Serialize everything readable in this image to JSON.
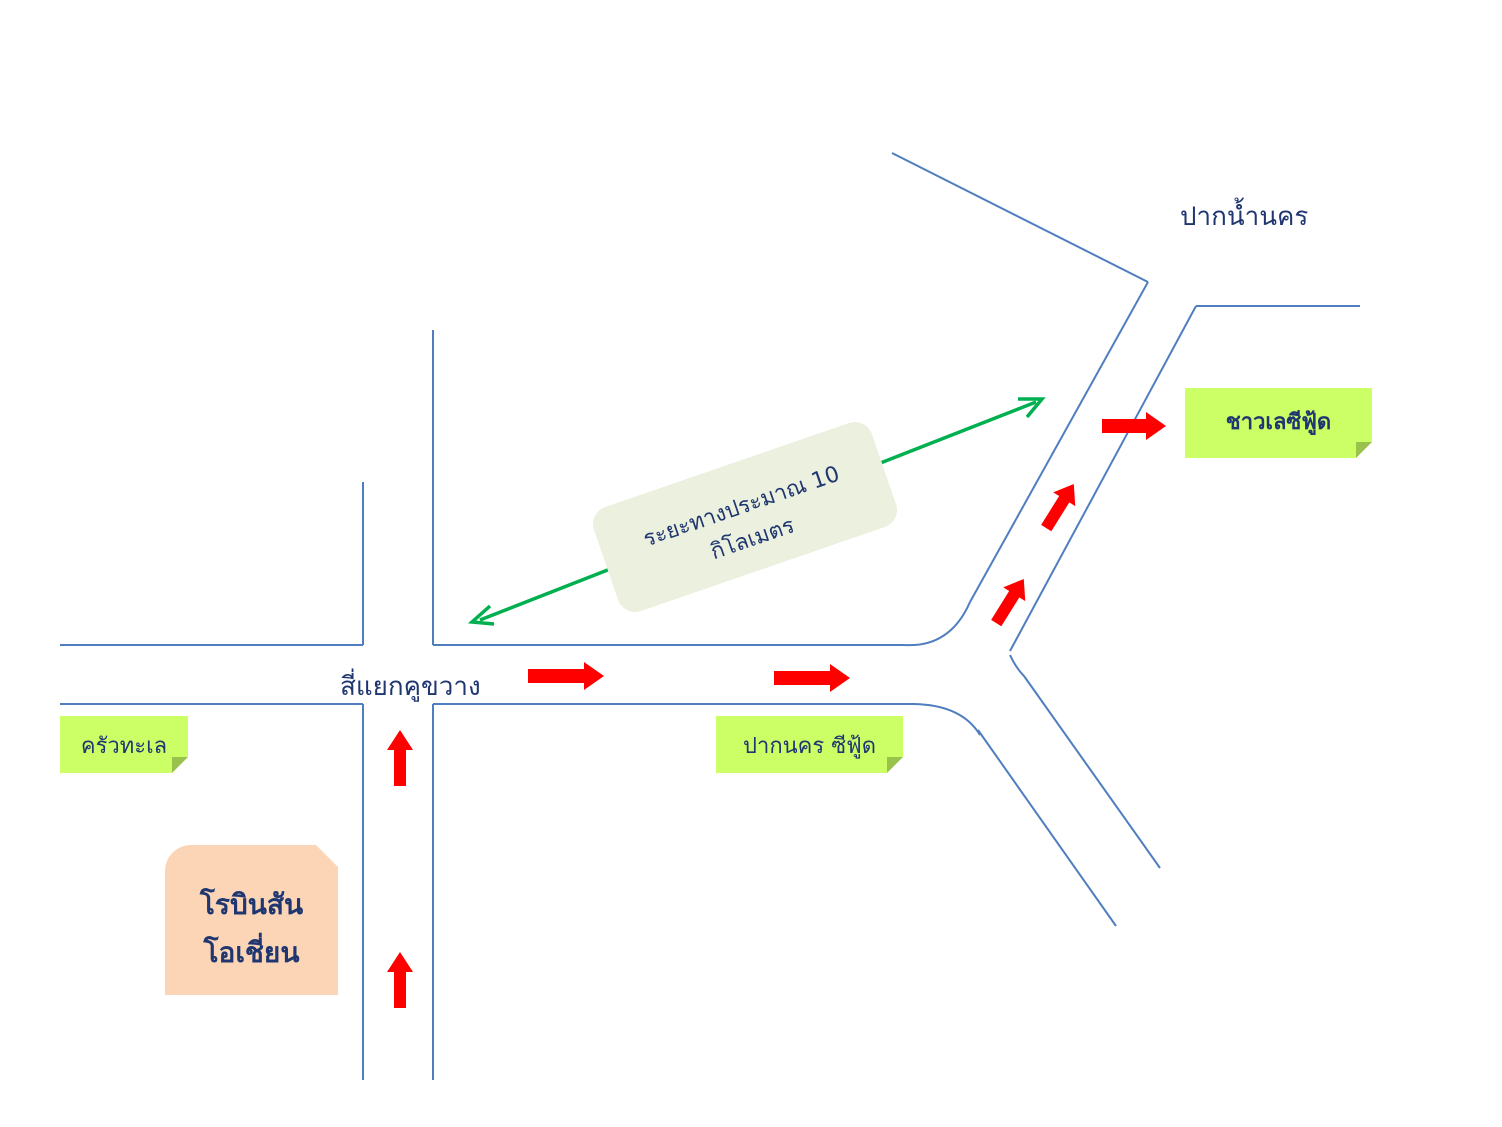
{
  "labels": {
    "pak_nam_nakhon": "ปากน้ำนคร",
    "intersection": "สี่แยกคูขวาง",
    "distance_line1": "ระยะทางประมาณ 10",
    "distance_line2": "กิโลเมตร"
  },
  "notes": {
    "chao_sea_food": "ชาวเลซีฟู้ด",
    "krua_thale": "ครัวทะเล",
    "pak_nakhon_seafood": "ปากนคร ซีฟู้ด"
  },
  "landmark": {
    "line1": "โรบินสัน",
    "line2": "โอเชี่ยน"
  },
  "colors": {
    "road": "#4f7ec0",
    "route_arrow": "#ff0000",
    "distance_arrow": "#00b050",
    "note_bg": "#ccff66",
    "landmark_bg": "#fbd5b5",
    "distance_bg": "#ebf1de",
    "text": "#1f3670"
  }
}
